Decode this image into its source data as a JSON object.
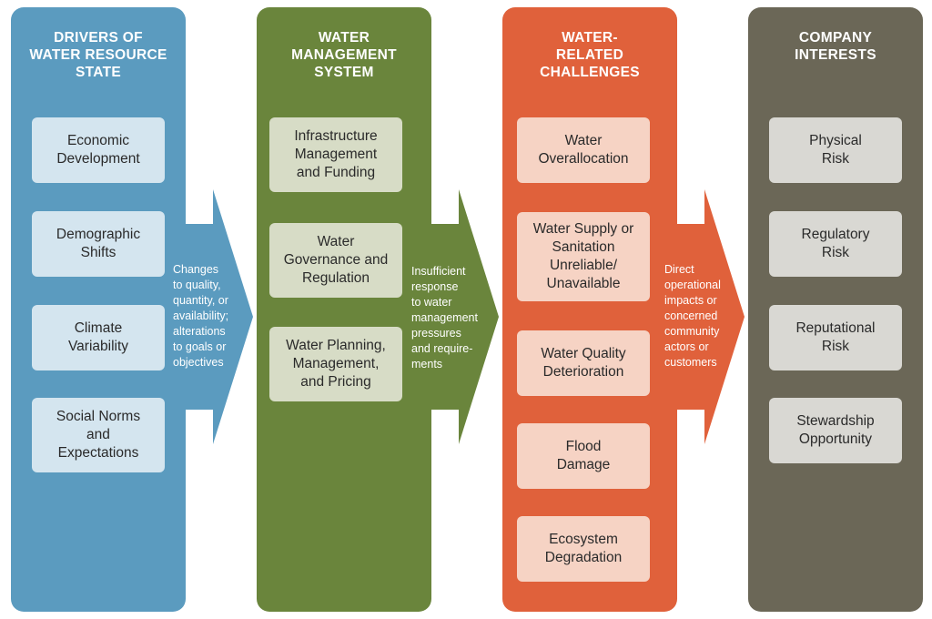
{
  "colors": {
    "drivers": "#5b9bbf",
    "management": "#6a853c",
    "challenges": "#e0613b",
    "company": "#6b6757",
    "drivers_box": "#d4e5ef",
    "management_box": "#d7dcc6",
    "challenges_box": "#f6d3c4",
    "company_box": "#d9d8d3"
  },
  "columns": [
    {
      "title": "DRIVERS OF\nWATER RESOURCE\nSTATE",
      "items": [
        "Economic\nDevelopment",
        "Demographic\nShifts",
        "Climate\nVariability",
        "Social Norms\nand\nExpectations"
      ]
    },
    {
      "title": "WATER\nMANAGEMENT\nSYSTEM",
      "items": [
        "Infrastructure\nManagement\nand Funding",
        "Water\nGovernance and\nRegulation",
        "Water Planning,\nManagement,\nand Pricing"
      ]
    },
    {
      "title": "WATER-\nRELATED\nCHALLENGES",
      "items": [
        "Water\nOverallocation",
        "Water Supply or\nSanitation\nUnreliable/\nUnavailable",
        "Water Quality\nDeterioration",
        "Flood\nDamage",
        "Ecosystem\nDegradation"
      ]
    },
    {
      "title": "COMPANY\nINTERESTS",
      "items": [
        "Physical\nRisk",
        "Regulatory\nRisk",
        "Reputational\nRisk",
        "Stewardship\nOpportunity"
      ]
    }
  ],
  "arrows": [
    "Changes\nto quality,\nquantity, or\navailability;\nalterations\nto goals or\nobjectives",
    "Insufficient\nresponse\nto water\nmanagement\npressures\nand require-\nments",
    "Direct\noperational\nimpacts or\nconcerned\ncommunity\nactors or\ncustomers"
  ]
}
